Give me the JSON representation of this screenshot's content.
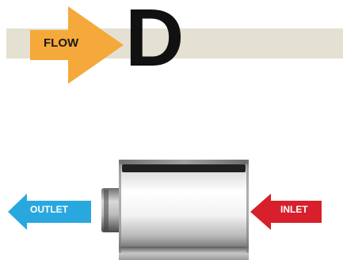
{
  "banner": {
    "flow_label": "FLOW",
    "letter": "D"
  },
  "ports": {
    "outlet_label": "OUTLET",
    "inlet_label": "INLET"
  },
  "colors": {
    "band": "#e4e0d2",
    "flow_arrow": "#f5a93a",
    "outlet_arrow": "#29a8e0",
    "inlet_arrow": "#d7202b",
    "letter": "#111111"
  },
  "icons": {
    "flow": "right-arrow-icon",
    "outlet": "left-arrow-icon",
    "inlet": "left-arrow-icon",
    "valve": "cylinder-valve-body"
  }
}
